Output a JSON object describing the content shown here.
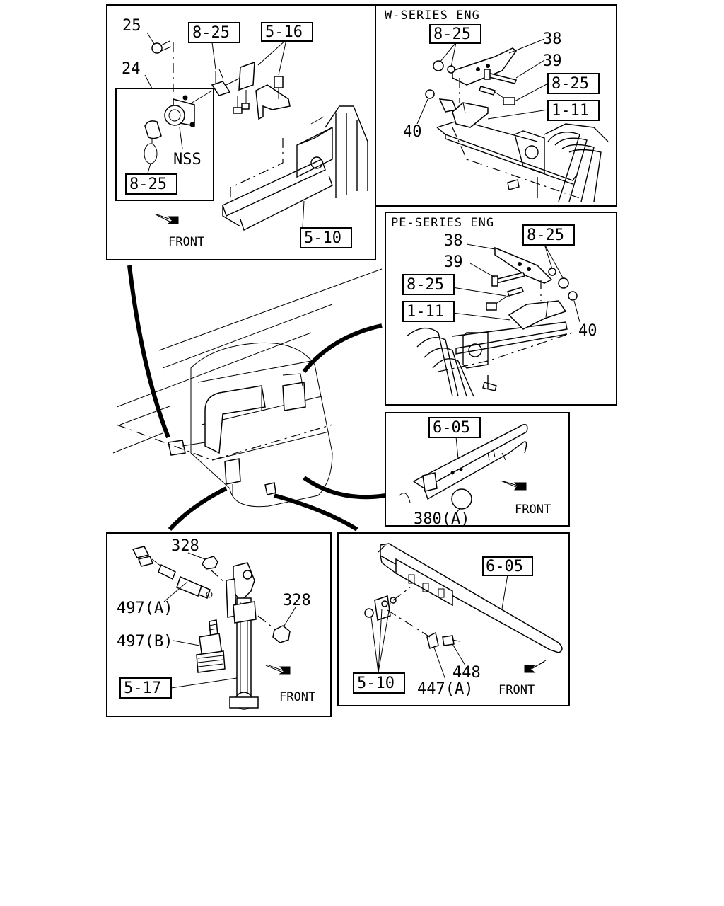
{
  "panels": {
    "top_left": {
      "callouts": [
        "25",
        "24",
        "NSS"
      ],
      "refs": [
        "8-25",
        "5-16",
        "8-25",
        "5-10"
      ],
      "direction": "FRONT"
    },
    "w_series": {
      "heading": "W-SERIES ENG",
      "callouts": [
        "38",
        "39",
        "40"
      ],
      "refs": [
        "8-25",
        "8-25",
        "1-11"
      ]
    },
    "pe_series": {
      "heading": "PE-SERIES ENG",
      "callouts": [
        "38",
        "39",
        "40"
      ],
      "refs": [
        "8-25",
        "8-25",
        "1-11"
      ]
    },
    "middle_right": {
      "refs": [
        "6-05"
      ],
      "callouts": [
        "380(A)"
      ],
      "direction": "FRONT"
    },
    "bottom_left": {
      "callouts": [
        "328",
        "328",
        "497(A)",
        "497(B)"
      ],
      "refs": [
        "5-17"
      ],
      "direction": "FRONT"
    },
    "bottom_right": {
      "refs": [
        "6-05",
        "5-10"
      ],
      "callouts": [
        "448",
        "447(A)"
      ],
      "direction": "FRONT"
    }
  }
}
